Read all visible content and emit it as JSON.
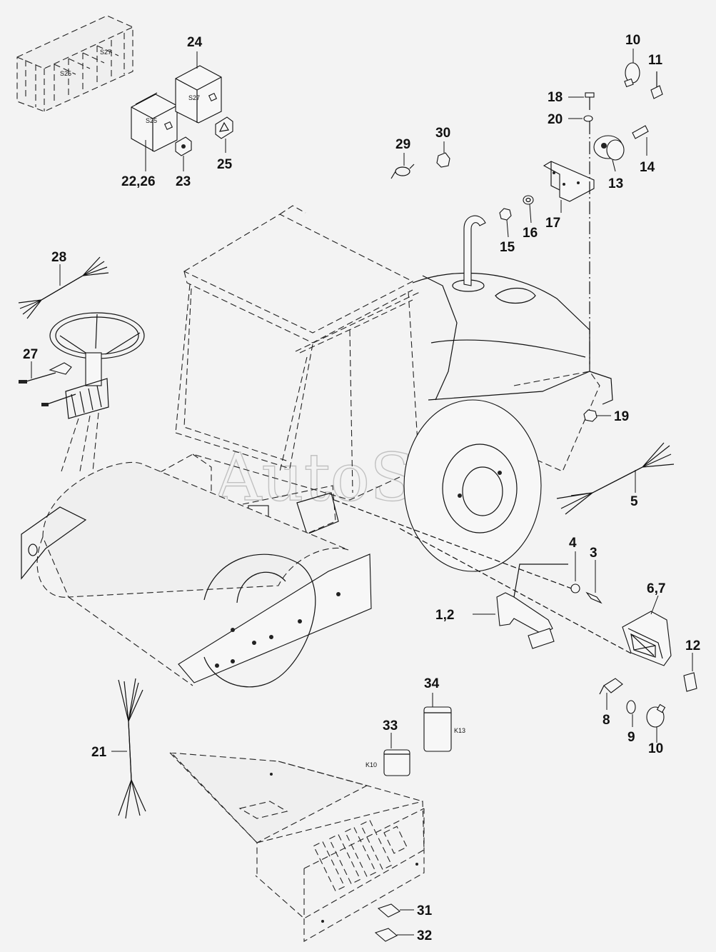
{
  "watermark": "AutoSoft",
  "callouts": {
    "c1_2": "1,2",
    "c3": "3",
    "c4": "4",
    "c5": "5",
    "c6_7": "6,7",
    "c8": "8",
    "c9": "9",
    "c10_top": "10",
    "c10_bottom": "10",
    "c11": "11",
    "c12": "12",
    "c13": "13",
    "c14": "14",
    "c15": "15",
    "c16": "16",
    "c17": "17",
    "c18": "18",
    "c19": "19",
    "c20": "20",
    "c21": "21",
    "c22_26": "22,26",
    "c23": "23",
    "c24": "24",
    "c25": "25",
    "c27": "27",
    "c28": "28",
    "c29": "29",
    "c30": "30",
    "c31": "31",
    "c32": "32",
    "c33": "33",
    "c34": "34"
  },
  "component_codes": {
    "switch_panel_s25": "S25",
    "switch_panel_s27": "S27",
    "switch_s25": "S25",
    "switch_s27": "S27",
    "relay_k10": "K10",
    "relay_k13": "K13"
  }
}
